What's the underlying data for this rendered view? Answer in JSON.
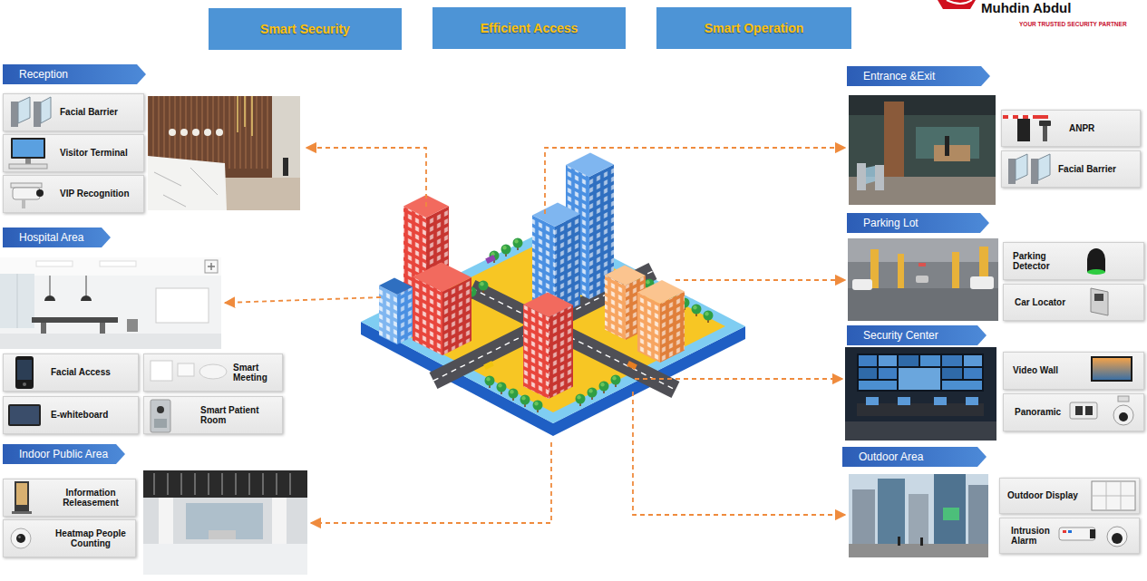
{
  "diagram": {
    "nodes": [
      {
        "text": [
          "Smart Security"
        ]
      },
      {
        "text": [
          "Efficient Access"
        ]
      },
      {
        "text": [
          "Smart Operation"
        ]
      },
      {
        "text": [
          "Reception"
        ]
      },
      {
        "text": [
          "Facial Barrier"
        ]
      },
      {
        "text": [
          "Visitor Terminal"
        ]
      },
      {
        "text": [
          "VIP Recognition"
        ]
      },
      {
        "text": [
          "Hospital Area"
        ]
      },
      {
        "text": [
          "Facial Access"
        ]
      },
      {
        "text": [
          "Smart Meeting"
        ]
      },
      {
        "text": [
          "E-whiteboard"
        ]
      },
      {
        "text": [
          "Smart Patient Room"
        ]
      },
      {
        "text": [
          "Indoor Public Area"
        ]
      },
      {
        "text": [
          "Information Releasement"
        ]
      },
      {
        "text": [
          "Heatmap People Counting"
        ]
      },
      {
        "text": [
          "Entrance &Exit"
        ]
      },
      {
        "text": [
          "ANPR"
        ]
      },
      {
        "text": [
          "Facial Barrier"
        ]
      },
      {
        "text": [
          "Parking Lot"
        ]
      },
      {
        "text": [
          "Parking Detector"
        ]
      },
      {
        "text": [
          "Car Locator"
        ]
      },
      {
        "text": [
          "Security Center"
        ]
      },
      {
        "text": [
          "Video Wall"
        ]
      },
      {
        "text": [
          "Panoramic"
        ]
      },
      {
        "text": [
          "Outdoor Area"
        ]
      },
      {
        "text": [
          "Outdoor Display"
        ]
      },
      {
        "text": [
          "Intrusion Alarm"
        ]
      }
    ],
    "labels": [
      "Muhdin Abdul",
      "YOUR TRUSTED SECURITY PARTNER"
    ]
  }
}
